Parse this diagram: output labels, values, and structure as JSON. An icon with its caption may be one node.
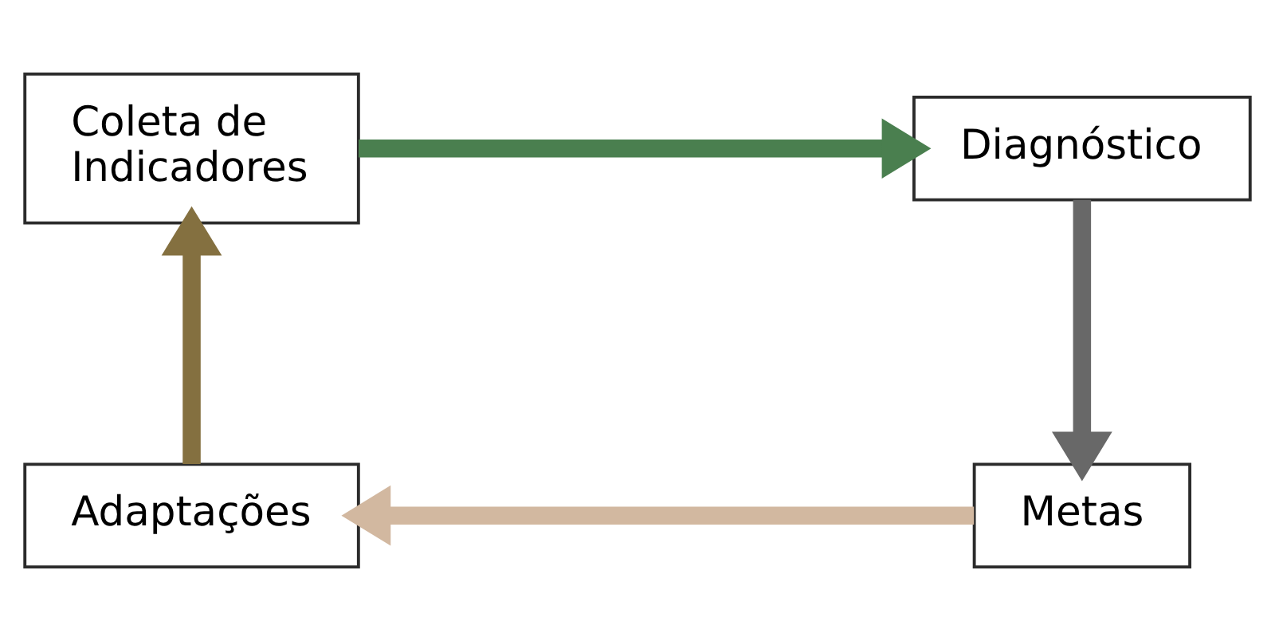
{
  "diagram": {
    "nodes": [
      {
        "text": [
          "Coleta de Indicadores"
        ]
      },
      {
        "text": [
          "Diagnóstico"
        ]
      },
      {
        "text": [
          "Adaptações"
        ]
      },
      {
        "text": [
          "Metas"
        ]
      }
    ],
    "edges": [
      {
        "from": 0,
        "to": 1,
        "arrow": "to",
        "color": "#4a7f4f"
      },
      {
        "from": 1,
        "to": 3,
        "arrow": "to",
        "color": "#686868"
      },
      {
        "from": 3,
        "to": 2,
        "arrow": "to",
        "color": "#d2b8a0"
      },
      {
        "from": 2,
        "to": 0,
        "arrow": "to",
        "color": "#847040"
      }
    ]
  }
}
